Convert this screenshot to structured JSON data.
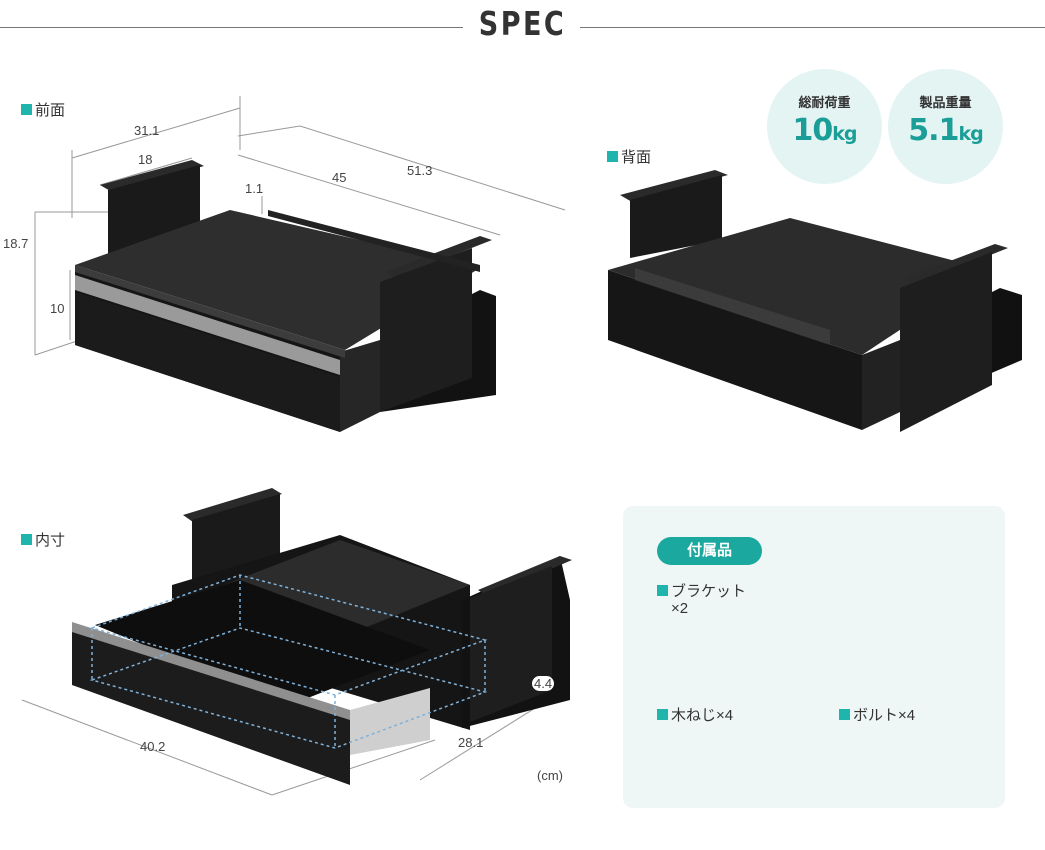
{
  "header": {
    "title": "SPEC"
  },
  "front": {
    "label": "前面",
    "dims": {
      "d311": "31.1",
      "d18": "18",
      "d45": "45",
      "d513": "51.3",
      "d11": "1.1",
      "d187": "18.7",
      "d10": "10"
    }
  },
  "back": {
    "label": "背面"
  },
  "inner": {
    "label": "内寸",
    "dims": {
      "d402": "40.2",
      "d281": "28.1",
      "d44": "4.4"
    },
    "unit": "(cm)"
  },
  "specs": {
    "load_label": "総耐荷重",
    "load_value": "10",
    "load_unit": "kg",
    "weight_label": "製品重量",
    "weight_value": "5.1",
    "weight_unit": "kg"
  },
  "accessories": {
    "title": "付属品",
    "bracket_label": "ブラケット",
    "bracket_qty": "×2",
    "wood_screw_label": "木ねじ×4",
    "bolt_label": "ボルト×4"
  },
  "colors": {
    "accent": "#1aa89f",
    "accent_light": "#e4f4f3",
    "panel": "#eef6f6",
    "product": "#1c1c1c"
  }
}
